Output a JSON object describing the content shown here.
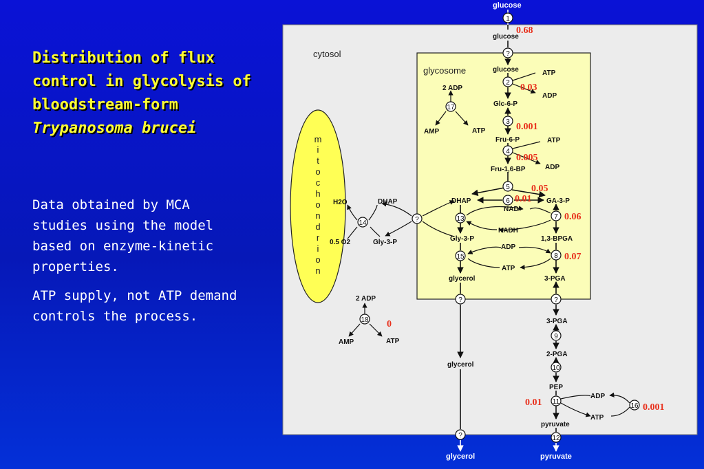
{
  "title": {
    "line1": "Distribution of flux",
    "line2": "control in glycolysis of",
    "line3": "bloodstream-form",
    "line4": "Trypanosoma brucei"
  },
  "body": {
    "para1": "Data obtained by MCA studies using the model based on enzyme-kinetic properties.",
    "para2": "ATP supply, not ATP demand controls the process."
  },
  "compartments": {
    "cytosol": "cytosol",
    "glycosome": "glycosome",
    "mitochondrion": [
      "m",
      "i",
      "t",
      "o",
      "c",
      "h",
      "o",
      "n",
      "d",
      "r",
      "i",
      "o",
      "n"
    ]
  },
  "metabolites": {
    "glucose_ext": "glucose",
    "glucose_cyt": "glucose",
    "glucose_gly": "glucose",
    "glc6p": "Glc-6-P",
    "fru6p": "Fru-6-P",
    "fru16bp": "Fru-1,6-BP",
    "dhap": "DHAP",
    "ga3p": "GA-3-P",
    "nad": "NAD+",
    "nadh": "NADH",
    "gly3p": "Gly-3-P",
    "bpga13": "1,3-BPGA",
    "adp_mid": "ADP",
    "atp_mid": "ATP",
    "glycerol_gly": "glycerol",
    "pga3_gly": "3-PGA",
    "pga3_cyt": "3-PGA",
    "pga2": "2-PGA",
    "pep": "PEP",
    "pyruvate_cyt": "pyruvate",
    "pyruvate_ext": "pyruvate",
    "glycerol_cyt": "glycerol",
    "glycerol_ext": "glycerol",
    "atp2": "ATP",
    "adp2": "ADP",
    "atp4": "ATP",
    "adp4": "ADP",
    "adp17": "2 ADP",
    "amp17": "AMP",
    "atp17": "ATP",
    "adp18": "2 ADP",
    "amp18": "AMP",
    "atp18": "ATP",
    "adp11": "ADP",
    "atp11": "ATP",
    "h2o": "H2O",
    "o2": "0.5 O2",
    "dhap_cyt": "DHAP",
    "gly3p_cyt": "Gly-3-P"
  },
  "enzymes": {
    "e1": "1",
    "e2": "2",
    "e3": "3",
    "e4": "4",
    "e5": "5",
    "e6": "6",
    "e7": "7",
    "e8": "8",
    "e9": "9",
    "e10": "10",
    "e11": "11",
    "e12": "12",
    "e13": "13",
    "e14": "14",
    "e15": "15",
    "e16": "16",
    "e17": "17",
    "e18": "18",
    "q": "?"
  },
  "flux_control": {
    "c1": "0.68",
    "c2": "0.03",
    "c3": "0.001",
    "c4": "0.005",
    "c5": "0.05",
    "c6": "0.01",
    "c7": "0.06",
    "c8": "0.07",
    "c11": "0.01",
    "c16": "0.001",
    "c18": "0"
  },
  "colors": {
    "background": "#0a12d6",
    "title": "#ffff33",
    "cytosol_box": "#ececec",
    "glycosome_box": "#fbfdb8",
    "mitochondrion": "#ffff55",
    "coefficient": "#e8301c"
  }
}
